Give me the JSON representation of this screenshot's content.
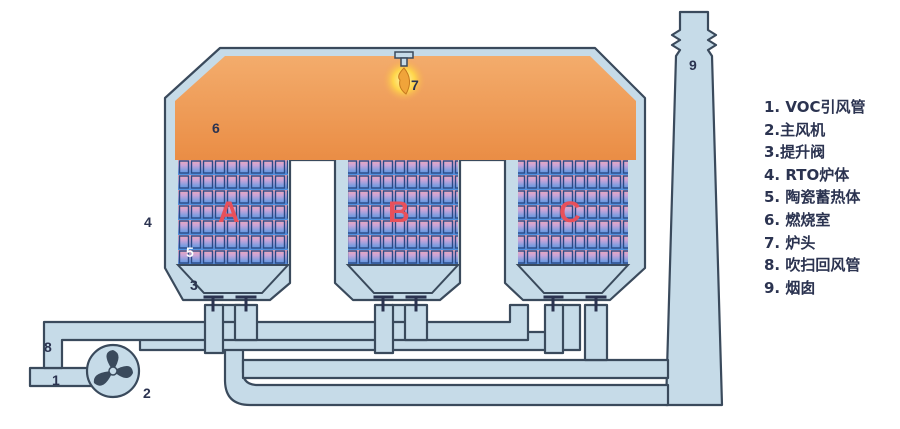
{
  "labels": {
    "n1": "1",
    "n2": "2",
    "n3": "3",
    "n4": "4",
    "n5": "5",
    "n6": "6",
    "n7": "7",
    "n8": "8",
    "n9": "9"
  },
  "chambers": [
    "A",
    "B",
    "C"
  ],
  "legend": [
    "1. VOC引风管",
    "2.主风机",
    "3.提升阀",
    "4. RTO炉体",
    "5. 陶瓷蓄热体",
    "6. 燃烧室",
    "7. 炉头",
    "8. 吹扫回风管",
    "9. 烟囱"
  ],
  "colors": {
    "pipe_fill": "#c6dbe8",
    "pipe_stroke": "#3a4a5c",
    "combustion_top": "#f0a365",
    "combustion_bottom": "#e98a44",
    "ceramic_top": "#f4a6b8",
    "ceramic_bottom": "#4c8fe0",
    "chamber_letter": "#e8505b",
    "text": "#2b3350"
  }
}
